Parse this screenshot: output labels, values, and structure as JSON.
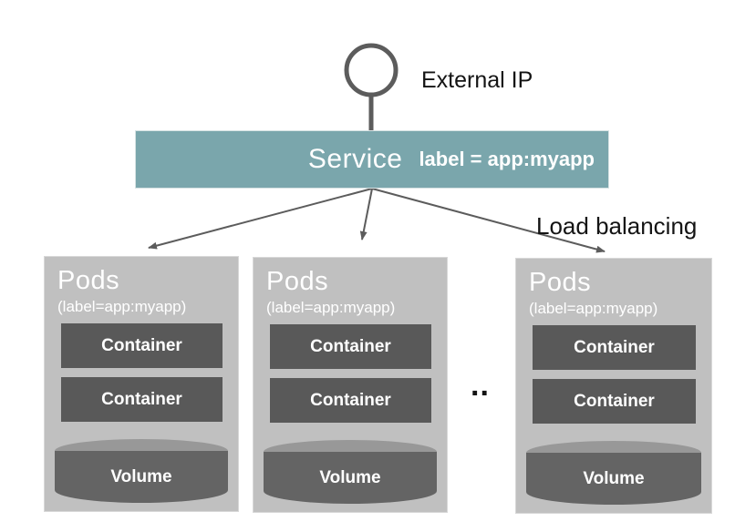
{
  "diagram": {
    "external_ip": {
      "label": "External IP"
    },
    "service": {
      "title": "Service",
      "selector": "label = app:myapp"
    },
    "load_balancing_label": "Load balancing",
    "ellipsis": "..",
    "pods": [
      {
        "title": "Pods",
        "subtitle": "(label=app:myapp)",
        "containers": [
          "Container",
          "Container"
        ],
        "volume_label": "Volume"
      },
      {
        "title": "Pods",
        "subtitle": "(label=app:myapp)",
        "containers": [
          "Container",
          "Container"
        ],
        "volume_label": "Volume"
      },
      {
        "title": "Pods",
        "subtitle": "(label=app:myapp)",
        "containers": [
          "Container",
          "Container"
        ],
        "volume_label": "Volume"
      }
    ]
  },
  "colors": {
    "service_fill": "#7aa6ac",
    "pod_fill": "#c0c0c0",
    "container_fill": "#595959",
    "volume_body": "#646464",
    "volume_top": "#989898",
    "line": "#5c5c5c",
    "text_dark": "#141414",
    "text_light": "#ffffff"
  }
}
